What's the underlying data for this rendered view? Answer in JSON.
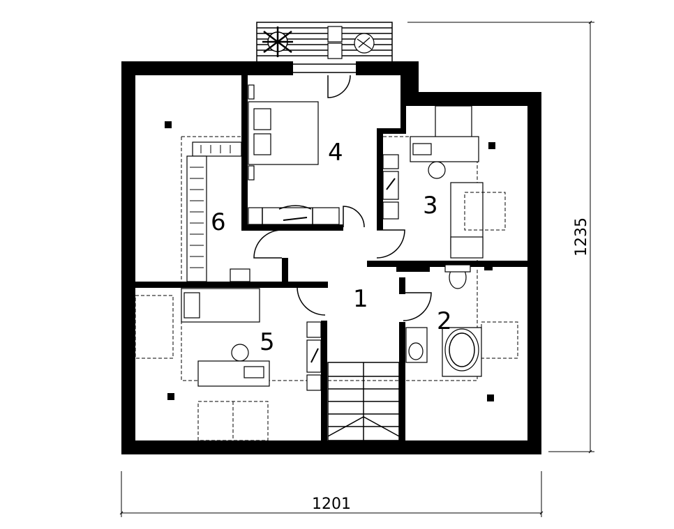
{
  "rooms": [
    {
      "id": "1",
      "label": "1"
    },
    {
      "id": "2",
      "label": "2"
    },
    {
      "id": "3",
      "label": "3"
    },
    {
      "id": "4",
      "label": "4"
    },
    {
      "id": "5",
      "label": "5"
    },
    {
      "id": "6",
      "label": "6"
    }
  ],
  "dimensions": {
    "width": "1201",
    "height": "1235"
  },
  "colors": {
    "wall": "#000000",
    "background": "#ffffff"
  }
}
